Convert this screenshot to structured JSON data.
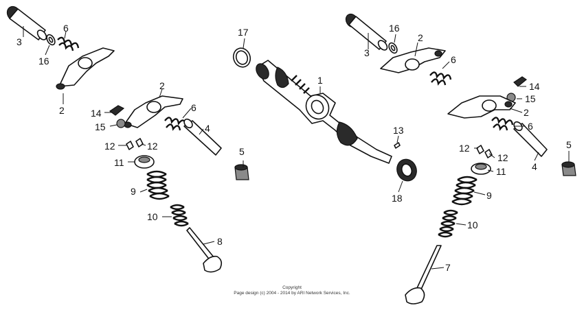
{
  "callouts": {
    "left_3": "3",
    "left_16": "16",
    "left_6": "6",
    "left_2a": "2",
    "left_2b": "2",
    "left_6b": "6",
    "left_14": "14",
    "left_15": "15",
    "left_4": "4",
    "left_5": "5",
    "left_12a": "12",
    "left_12b": "12",
    "left_11": "11",
    "left_9": "9",
    "left_10": "10",
    "left_8": "8",
    "cam_17": "17",
    "cam_1": "1",
    "cam_13": "13",
    "cam_18": "18",
    "right_3": "3",
    "right_16": "16",
    "right_2a": "2",
    "right_6a": "6",
    "right_14": "14",
    "right_15": "15",
    "right_2b": "2",
    "right_6b": "6",
    "right_4": "4",
    "right_5": "5",
    "right_12a": "12",
    "right_12b": "12",
    "right_11": "11",
    "right_9": "9",
    "right_10": "10",
    "right_7": "7"
  },
  "copyright": {
    "line1": "Copyright",
    "line2": "Page design (c) 2004 - 2014 by ARI Network Services, Inc."
  }
}
